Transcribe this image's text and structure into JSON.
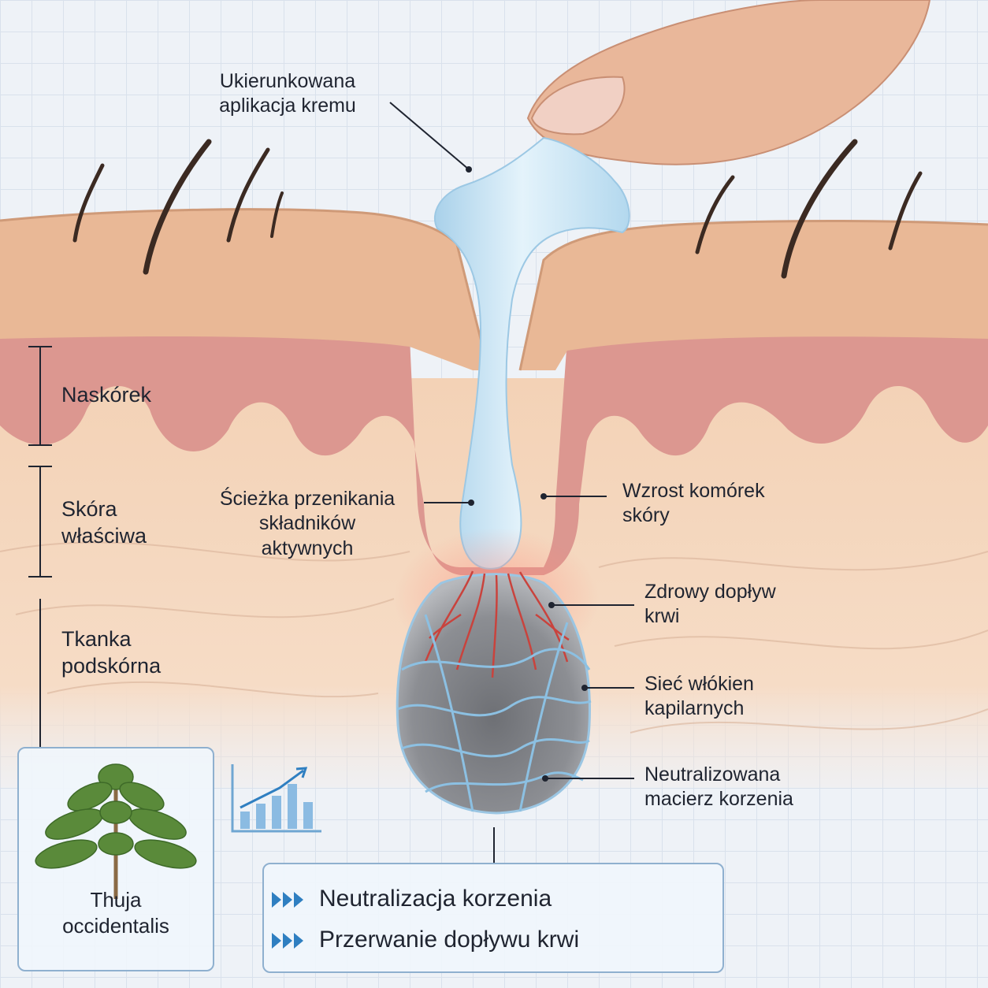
{
  "labels": {
    "cream_application": [
      "Ukierunkowana",
      "aplikacja kremu"
    ],
    "epidermis": "Naskórek",
    "dermis": [
      "Skóra",
      "właściwa"
    ],
    "subcutaneous": [
      "Tkanka",
      "podskórna"
    ],
    "penetration_path": [
      "Ścieżka przenikania",
      "składników",
      "aktywnych"
    ],
    "cell_growth": [
      "Wzrost komórek",
      "skóry"
    ],
    "blood_supply": [
      "Zdrowy dopływ",
      "krwi"
    ],
    "capillary_network": [
      "Sieć włókien",
      "kapilarnych"
    ],
    "root_matrix": [
      "Neutralizowana",
      "macierz korzenia"
    ]
  },
  "plant": {
    "name": [
      "Thuja",
      "occidentalis"
    ]
  },
  "summary": {
    "items": [
      "Neutralizacja korzenia",
      "Przerwanie dopływu krwi"
    ]
  },
  "colors": {
    "stratum": "#e9b896",
    "epidermis": "#dc9790",
    "dermis": "#f3d2b6",
    "cream": "#c5e2f2",
    "vessel": "#c9433d",
    "fiber": "#8cc0e2",
    "root": "#7d7f84",
    "accent": "#2f7fc1"
  }
}
